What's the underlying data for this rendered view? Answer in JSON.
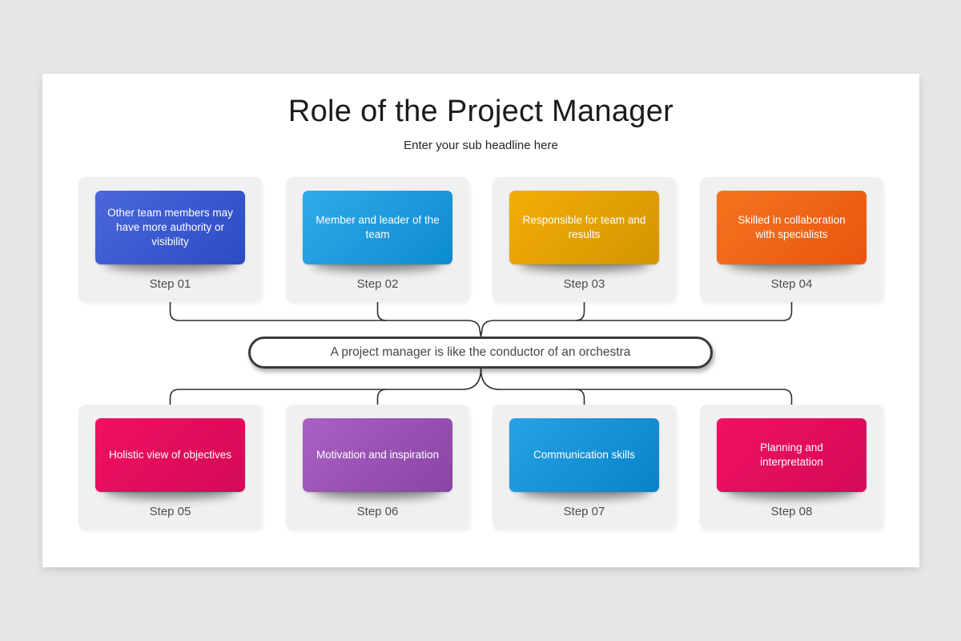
{
  "page": {
    "title": "Role of the Project Manager",
    "subtitle": "Enter your sub headline here"
  },
  "center_pill": {
    "label": "A project manager is like the conductor of an orchestra"
  },
  "steps": [
    {
      "label": "Step 01",
      "text": "Other team members may have more authority or visibility",
      "color_start": "#4b67da",
      "color_end": "#2b4cc4"
    },
    {
      "label": "Step 02",
      "text": "Member and leader of the team",
      "color_start": "#2fabe9",
      "color_end": "#0d8bd0"
    },
    {
      "label": "Step 03",
      "text": "Responsible for team and results",
      "color_start": "#f4ad06",
      "color_end": "#d29500"
    },
    {
      "label": "Step 04",
      "text": "Skilled in collaboration with specialists",
      "color_start": "#f5741f",
      "color_end": "#e9560e"
    },
    {
      "label": "Step 05",
      "text": "Holistic view of objectives",
      "color_start": "#f01062",
      "color_end": "#d40a56"
    },
    {
      "label": "Step 06",
      "text": "Motivation and inspiration",
      "color_start": "#a961c2",
      "color_end": "#8a44a5"
    },
    {
      "label": "Step 07",
      "text": "Communication skills",
      "color_start": "#27a2e6",
      "color_end": "#0983c8"
    },
    {
      "label": "Step 08",
      "text": "Planning and interpretation",
      "color_start": "#f01162",
      "color_end": "#d40a56"
    }
  ],
  "colors": {
    "page_bg": "#e7e7e9",
    "canvas_bg": "#ffffff",
    "card_bg": "#f0f0f1",
    "connector": "#2e2e2e",
    "pill_border": "#3a3a3a",
    "step_label_text": "#4c4c4c"
  }
}
